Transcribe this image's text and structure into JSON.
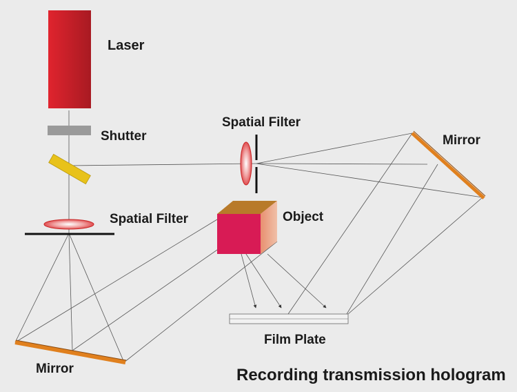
{
  "labels": {
    "laser": "Laser",
    "shutter": "Shutter",
    "spatial_filter_top": "Spatial Filter",
    "spatial_filter_left": "Spatial Filter",
    "mirror_right": "Mirror",
    "mirror_bottom": "Mirror",
    "object": "Object",
    "film_plate": "Film Plate"
  },
  "caption": "Recording transmission hologram",
  "colors": {
    "background": "#ebebeb",
    "laser": "#c8202a",
    "shutter": "#9a9a9a",
    "beam_splitter": "#e8c21a",
    "mirror": "#e0801e",
    "object_front": "#d81b55",
    "object_top": "#b87a2a",
    "lens": "#e0403a",
    "rays": "#555555"
  }
}
